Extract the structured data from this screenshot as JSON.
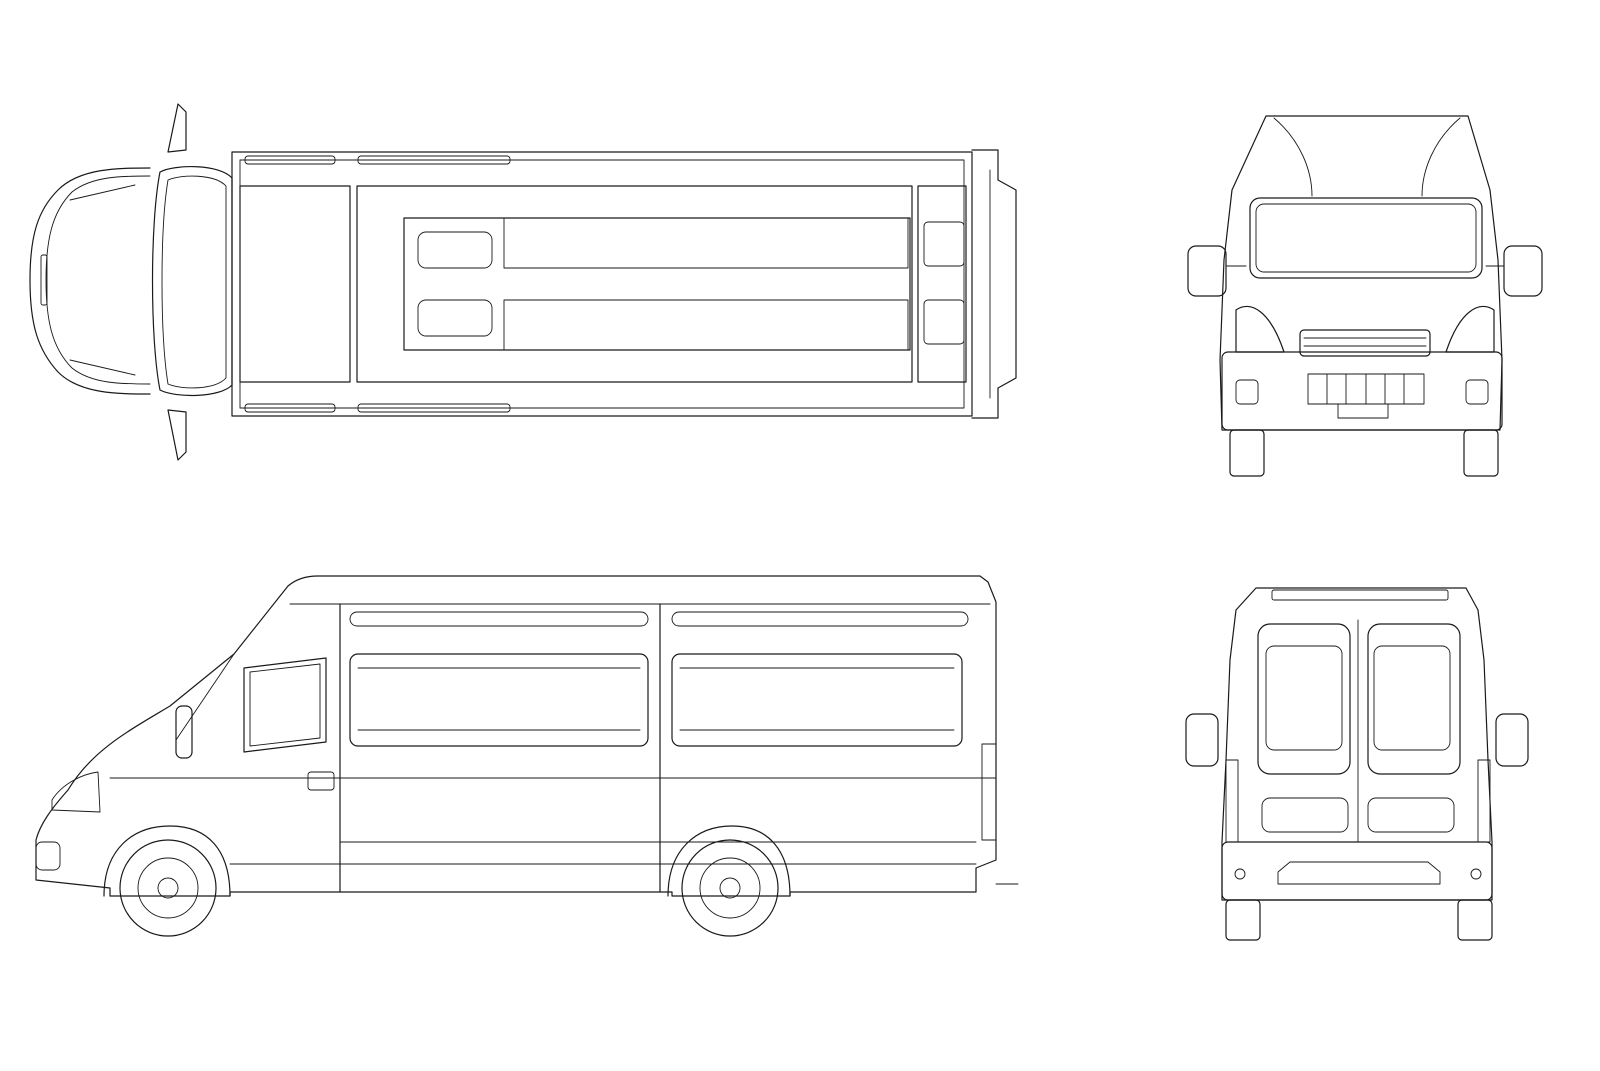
{
  "drawing": {
    "kind": "van-blueprint",
    "line_color": "#1a1a1a",
    "background": "#ffffff",
    "views": [
      {
        "id": "top-view"
      },
      {
        "id": "front-view"
      },
      {
        "id": "side-view"
      },
      {
        "id": "rear-view"
      }
    ]
  }
}
